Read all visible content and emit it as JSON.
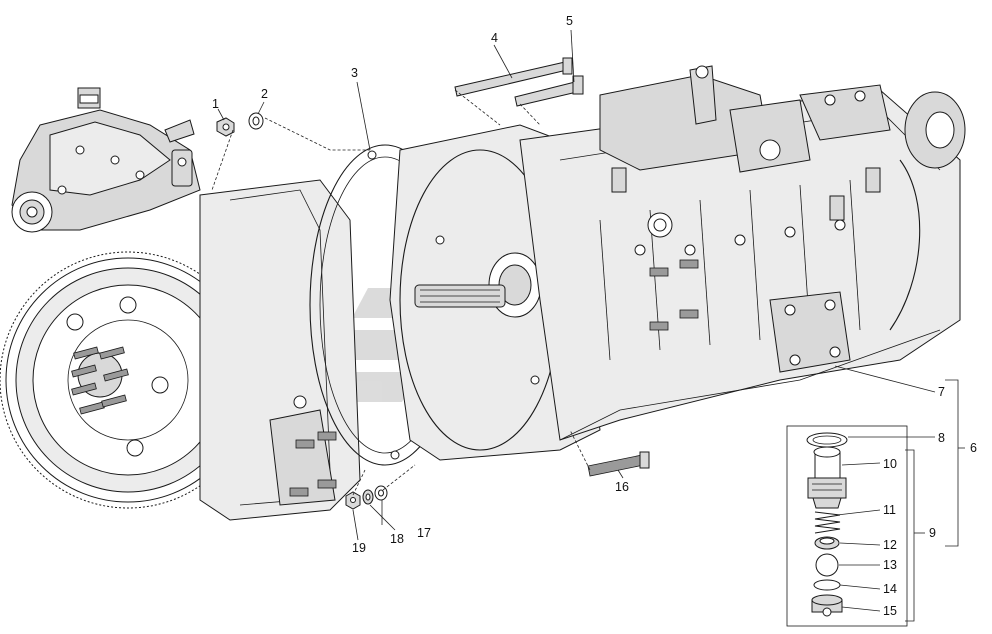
{
  "callouts": [
    {
      "id": "1",
      "label": "1"
    },
    {
      "id": "2",
      "label": "2"
    },
    {
      "id": "3",
      "label": "3"
    },
    {
      "id": "4",
      "label": "4"
    },
    {
      "id": "5",
      "label": "5"
    },
    {
      "id": "6",
      "label": "6"
    },
    {
      "id": "7",
      "label": "7"
    },
    {
      "id": "8",
      "label": "8"
    },
    {
      "id": "9",
      "label": "9"
    },
    {
      "id": "10",
      "label": "10"
    },
    {
      "id": "11",
      "label": "11"
    },
    {
      "id": "12",
      "label": "12"
    },
    {
      "id": "13",
      "label": "13"
    },
    {
      "id": "14",
      "label": "14"
    },
    {
      "id": "15",
      "label": "15"
    },
    {
      "id": "16",
      "label": "16"
    },
    {
      "id": "17",
      "label": "17"
    },
    {
      "id": "18",
      "label": "18"
    },
    {
      "id": "19",
      "label": "19"
    }
  ],
  "watermark": "manufacturer-logo",
  "colors": {
    "line": "#1a1a1a",
    "fill": "#d9d9d9",
    "watermark": "#b8b8b8"
  }
}
